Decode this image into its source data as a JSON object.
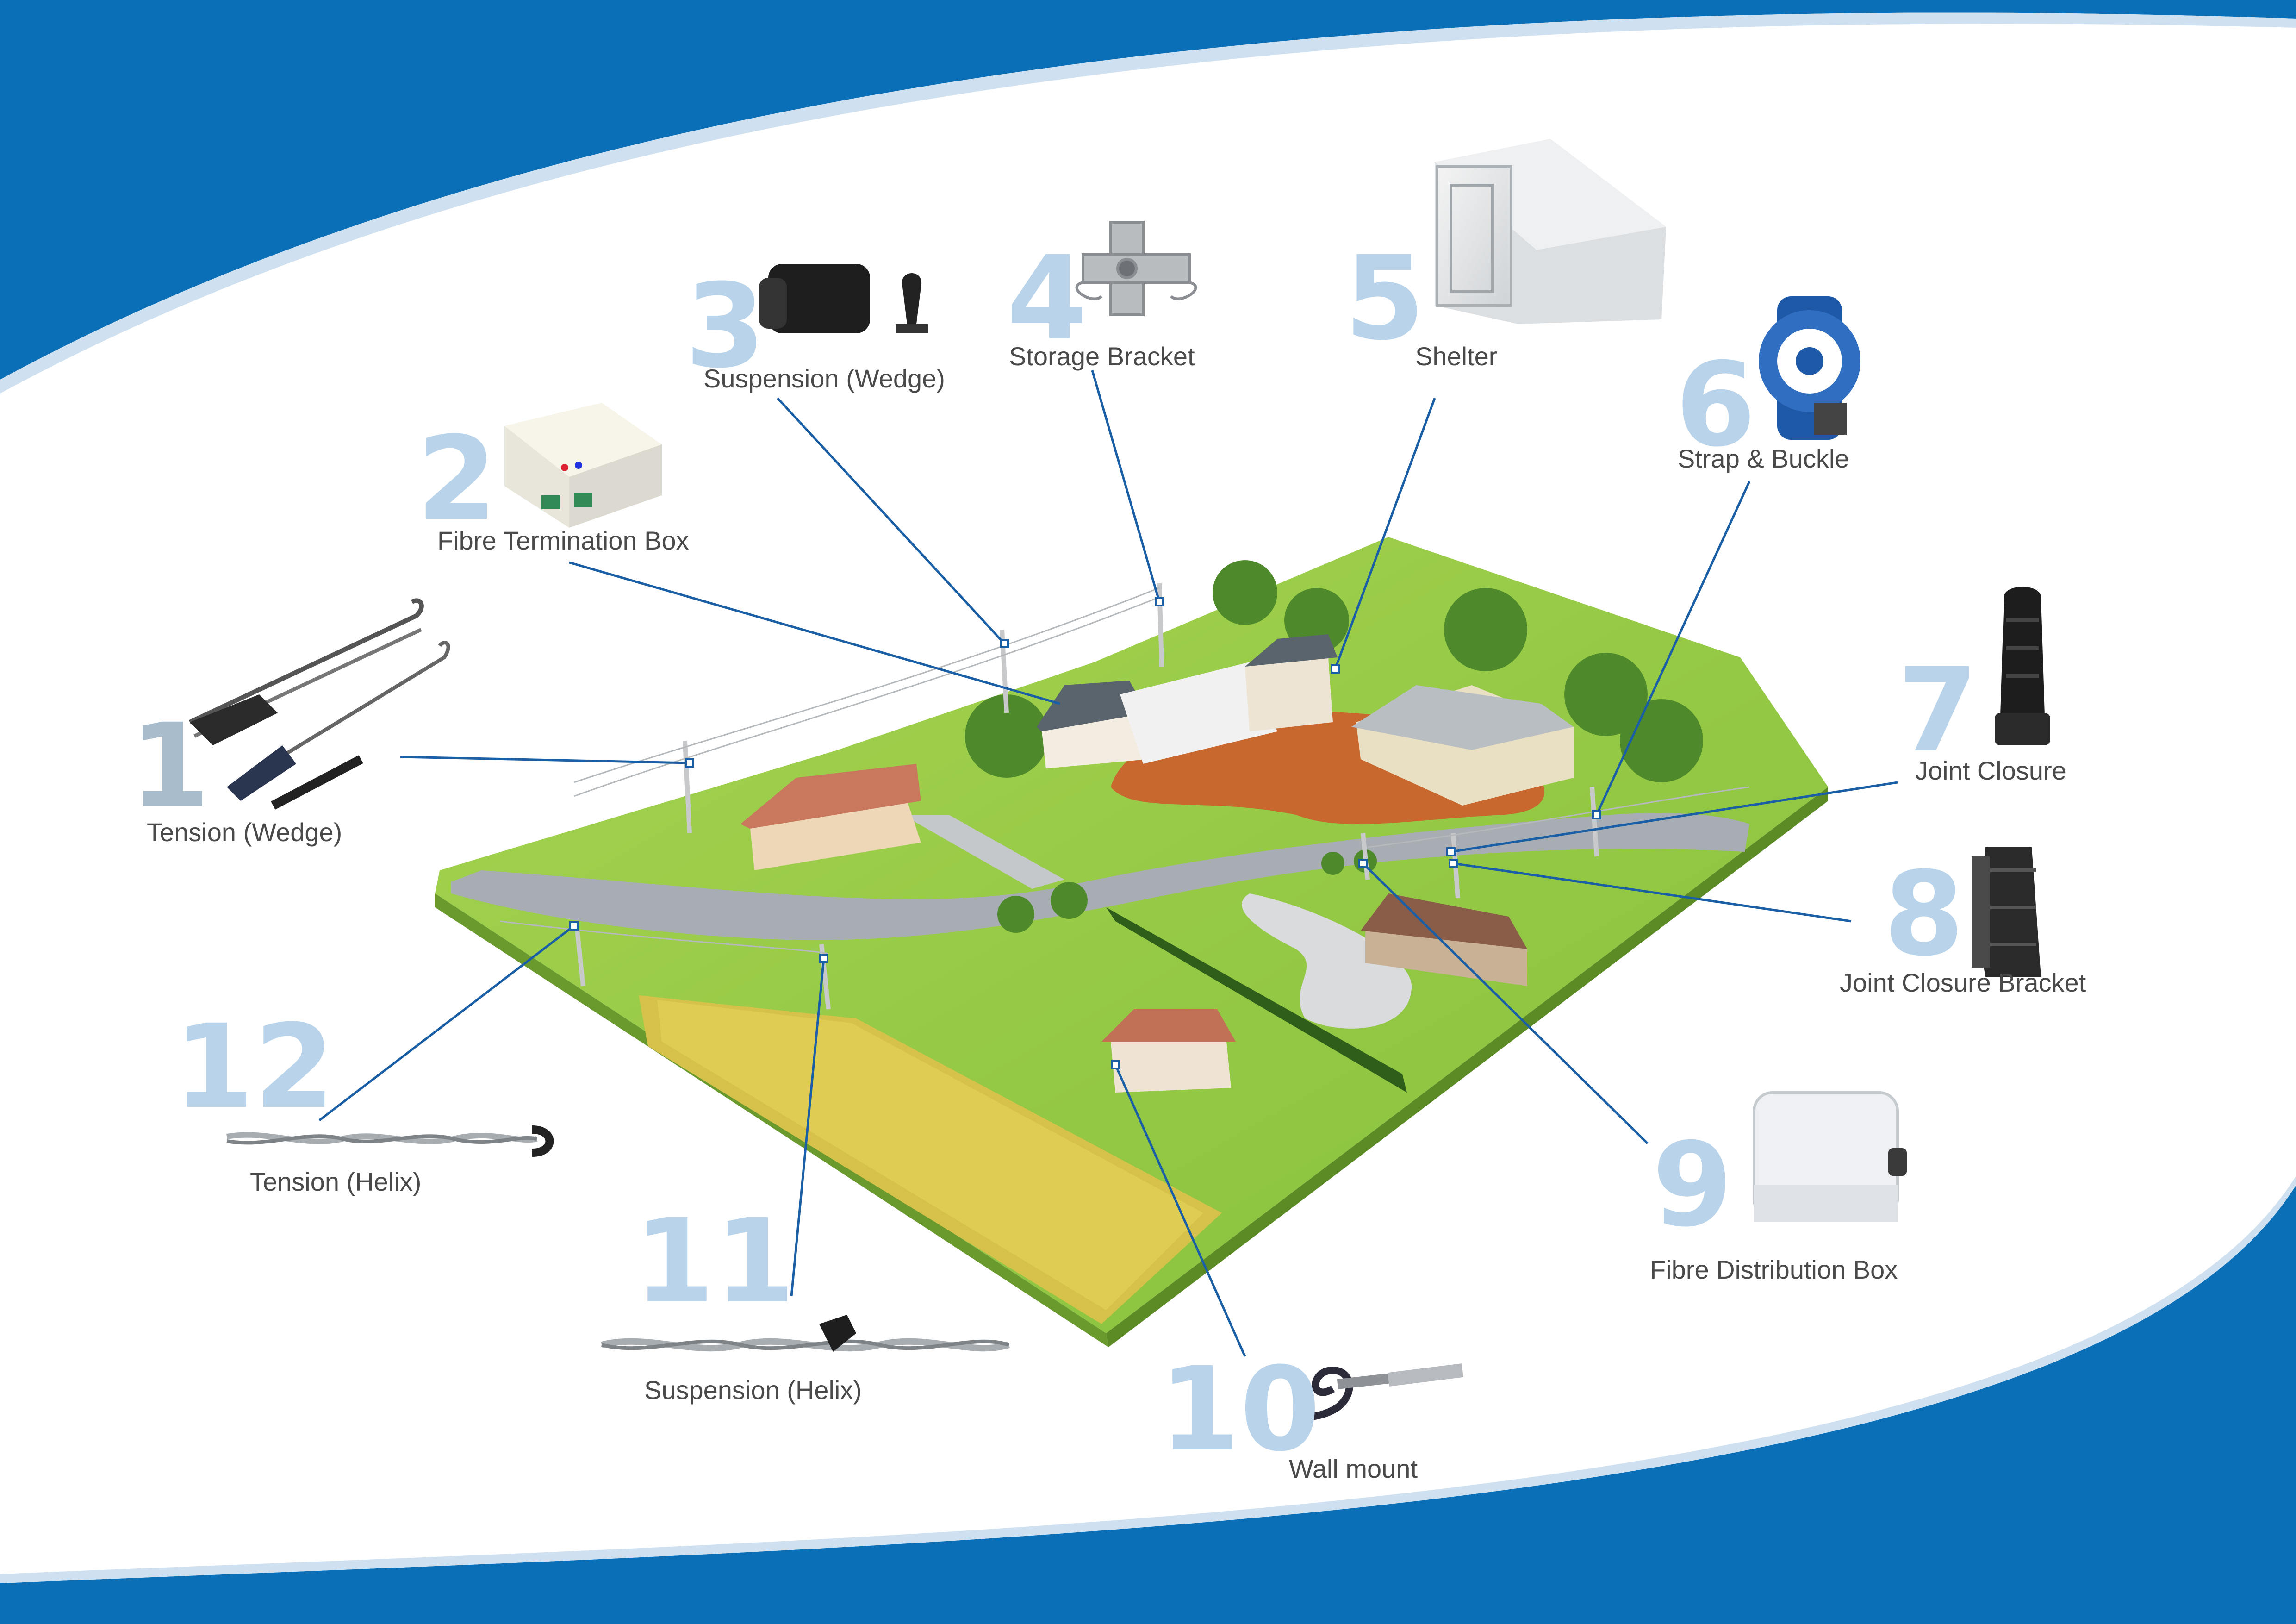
{
  "colors": {
    "brand_blue": "#0a6fb7",
    "grass": "#8cc63f",
    "grass_dark": "#5f9a2a",
    "road": "#a7adb2",
    "leader_line": "#1a5fa5",
    "number_tint": "#b9d4ea",
    "label_text": "#4a4a4a"
  },
  "items": [
    {
      "number": "1",
      "label": "Tension (Wedge)",
      "icon": "tension-wedge-clamp-icon"
    },
    {
      "number": "2",
      "label": "Fibre Termination Box",
      "icon": "fibre-termination-box-icon"
    },
    {
      "number": "3",
      "label": "Suspension (Wedge)",
      "icon": "suspension-wedge-clamp-icon"
    },
    {
      "number": "4",
      "label": "Storage Bracket",
      "icon": "storage-bracket-icon"
    },
    {
      "number": "5",
      "label": "Shelter",
      "icon": "shelter-container-icon"
    },
    {
      "number": "6",
      "label": "Strap & Buckle",
      "icon": "strap-reel-icon"
    },
    {
      "number": "7",
      "label": "Joint Closure",
      "icon": "joint-closure-icon"
    },
    {
      "number": "8",
      "label": "Joint Closure Bracket",
      "icon": "joint-closure-bracket-icon"
    },
    {
      "number": "9",
      "label": "Fibre Distribution Box",
      "icon": "fibre-distribution-box-icon"
    },
    {
      "number": "10",
      "label": "Wall mount",
      "icon": "wall-mount-hook-icon"
    },
    {
      "number": "11",
      "label": "Suspension (Helix)",
      "icon": "suspension-helix-icon"
    },
    {
      "number": "12",
      "label": "Tension (Helix)",
      "icon": "tension-helix-icon"
    }
  ]
}
